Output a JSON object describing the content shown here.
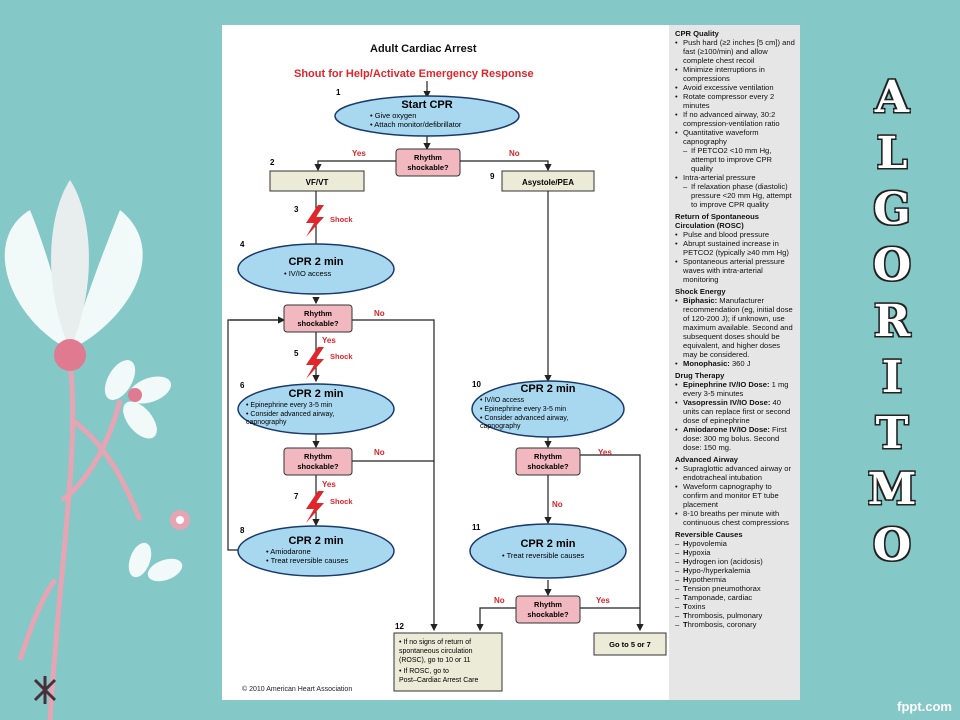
{
  "diagram": {
    "title": "Adult Cardiac Arrest",
    "subtitle": "Shout for Help/Activate Emergency Response",
    "copyright": "© 2010 American Heart Association",
    "nodes": {
      "n1": {
        "num": "1",
        "head": "Start CPR",
        "lines": [
          "• Give oxygen",
          "• Attach monitor/defibrillator"
        ]
      },
      "r1": {
        "lines": [
          "Rhythm",
          "shockable?"
        ]
      },
      "n2": {
        "num": "2",
        "text": "VF/VT"
      },
      "n9": {
        "num": "9",
        "text": "Asystole/PEA"
      },
      "n3": {
        "num": "3",
        "shock": "Shock"
      },
      "n4": {
        "num": "4",
        "head": "CPR 2 min",
        "lines": [
          "• IV/IO access"
        ]
      },
      "r2": {
        "lines": [
          "Rhythm",
          "shockable?"
        ]
      },
      "n5": {
        "num": "5",
        "shock": "Shock"
      },
      "n6": {
        "num": "6",
        "head": "CPR 2 min",
        "lines": [
          "• Epinephrine every 3-5 min",
          "• Consider advanced airway,",
          "  capnography"
        ]
      },
      "r3": {
        "lines": [
          "Rhythm",
          "shockable?"
        ]
      },
      "n7": {
        "num": "7",
        "shock": "Shock"
      },
      "n8": {
        "num": "8",
        "head": "CPR 2 min",
        "lines": [
          "• Amiodarone",
          "• Treat reversible causes"
        ]
      },
      "n10": {
        "num": "10",
        "head": "CPR 2 min",
        "lines": [
          "• IV/IO access",
          "• Epinephrine every 3-5 min",
          "• Consider advanced airway,",
          "  capnography"
        ]
      },
      "r4": {
        "lines": [
          "Rhythm",
          "shockable?"
        ]
      },
      "n11": {
        "num": "11",
        "head": "CPR 2 min",
        "lines": [
          "• Treat reversible causes"
        ]
      },
      "r5": {
        "lines": [
          "Rhythm",
          "shockable?"
        ]
      },
      "n12": {
        "num": "12",
        "lines": [
          "• If no signs of return of",
          "  spontaneous circulation",
          "  (ROSC), go to 10 or 11",
          "• If ROSC, go to",
          "  Post–Cardiac Arrest Care"
        ]
      },
      "goto": {
        "text": "Go to 5 or 7"
      }
    },
    "edge_labels": {
      "yes": "Yes",
      "no": "No"
    }
  },
  "sidebar": {
    "cpr_quality": {
      "title": "CPR Quality",
      "items": [
        {
          "t": "Push hard (≥2 inches [5 cm]) and fast (≥100/min) and allow complete chest recoil",
          "sub": false
        },
        {
          "t": "Minimize interruptions in compressions",
          "sub": false
        },
        {
          "t": "Avoid excessive ventilation",
          "sub": false
        },
        {
          "t": "Rotate compressor every 2 minutes",
          "sub": false
        },
        {
          "t": "If no advanced airway, 30:2 compression-ventilation ratio",
          "sub": false
        },
        {
          "t": "Quantitative waveform capnography",
          "sub": false
        },
        {
          "t": "If PETCO2 <10 mm Hg, attempt to improve CPR quality",
          "sub": true
        },
        {
          "t": "Intra-arterial pressure",
          "sub": false
        },
        {
          "t": "If relaxation phase (diastolic) pressure <20 mm Hg, attempt to improve CPR quality",
          "sub": true
        }
      ]
    },
    "rosc": {
      "title": "Return of Spontaneous Circulation (ROSC)",
      "items": [
        "Pulse and blood pressure",
        "Abrupt sustained increase in PETCO2 (typically ≥40 mm Hg)",
        "Spontaneous arterial pressure waves with intra-arterial monitoring"
      ]
    },
    "shock_energy": {
      "title": "Shock Energy",
      "items": [
        {
          "b": "Biphasic:",
          "t": " Manufacturer recommendation (eg, initial dose of 120-200 J); if unknown, use maximum available. Second and subsequent doses should be equivalent, and higher doses may be considered."
        },
        {
          "b": "Monophasic:",
          "t": " 360 J"
        }
      ]
    },
    "drug_therapy": {
      "title": "Drug Therapy",
      "items": [
        {
          "b": "Epinephrine IV/IO Dose:",
          "t": " 1 mg every 3-5 minutes"
        },
        {
          "b": "Vasopressin IV/IO Dose:",
          "t": " 40 units can replace first or second dose of epinephrine"
        },
        {
          "b": "Amiodarone IV/IO Dose:",
          "t": " First dose: 300 mg bolus. Second dose: 150 mg."
        }
      ]
    },
    "advanced_airway": {
      "title": "Advanced Airway",
      "items": [
        "Supraglottic advanced airway or endotracheal intubation",
        "Waveform capnography to confirm and monitor ET tube placement",
        "8-10 breaths per minute with continuous chest compressions"
      ]
    },
    "reversible_causes": {
      "title": "Reversible Causes",
      "items": [
        {
          "b": "H",
          "t": "ypovolemia"
        },
        {
          "b": "H",
          "t": "ypoxia"
        },
        {
          "b": "H",
          "t": "ydrogen ion (acidosis)"
        },
        {
          "b": "H",
          "t": "ypo-/hyperkalemia"
        },
        {
          "b": "H",
          "t": "ypothermia"
        },
        {
          "b": "T",
          "t": "ension pneumothorax"
        },
        {
          "b": "T",
          "t": "amponade, cardiac"
        },
        {
          "b": "T",
          "t": "oxins"
        },
        {
          "b": "T",
          "t": "hrombosis, pulmonary"
        },
        {
          "b": "T",
          "t": "hrombosis, coronary"
        }
      ]
    }
  },
  "vertical_word": [
    "A",
    "L",
    "G",
    "O",
    "R",
    "I",
    "T",
    "M",
    "O"
  ],
  "brand": "fppt.com",
  "colors": {
    "background": "#84c8c7",
    "ellipse": "#a8d8f0",
    "decision": "#f2b8c0",
    "shock": "#e0252b",
    "yes_no": "#d8232a"
  }
}
